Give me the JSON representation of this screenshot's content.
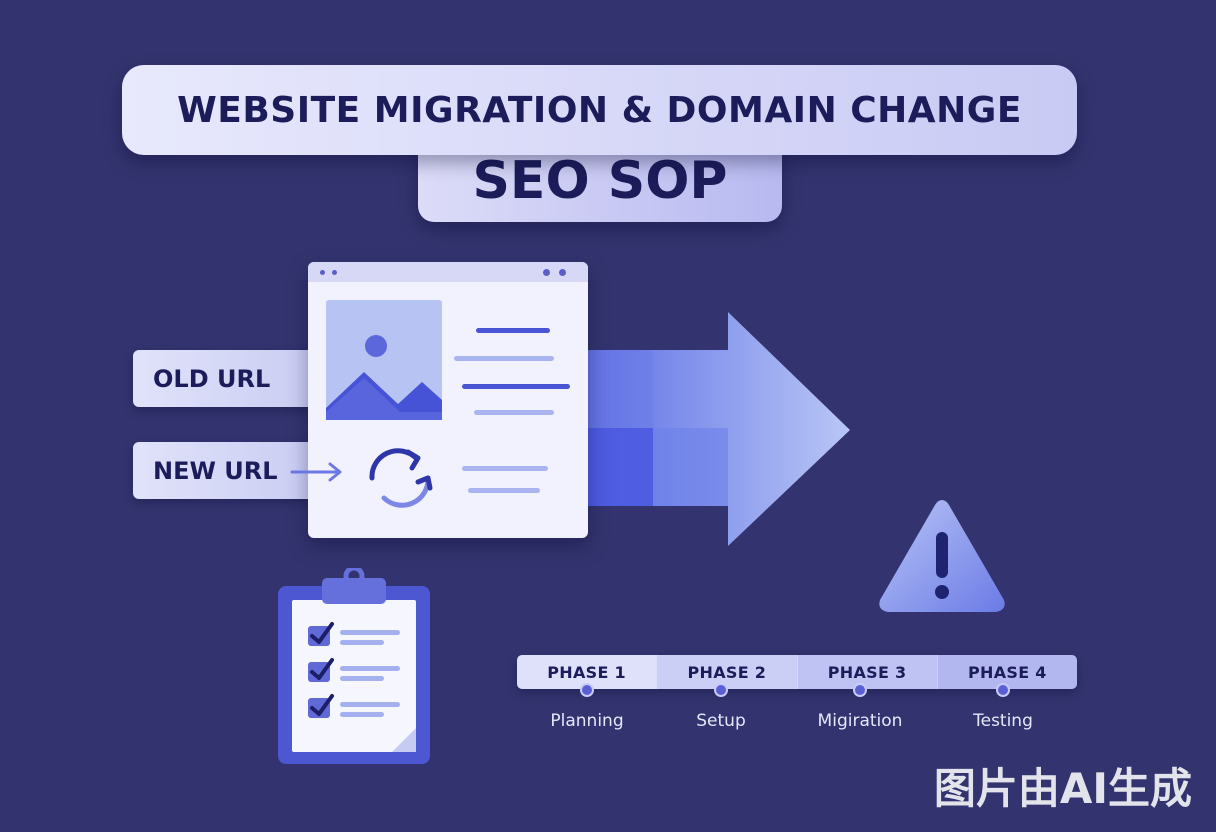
{
  "title": {
    "line1": "WEBSITE MIGRATION & DOMAIN CHANGE",
    "line2": "SEO SOP"
  },
  "urls": {
    "old": "OLD URL",
    "new": "NEW URL"
  },
  "timeline": {
    "phases": [
      {
        "label": "PHASE 1",
        "step": "Planning"
      },
      {
        "label": "PHASE 2",
        "step": "Setup"
      },
      {
        "label": "PHASE 3",
        "step": "Migiration"
      },
      {
        "label": "PHASE 4",
        "step": "Testing"
      }
    ]
  },
  "watermark": "图片由AI生成",
  "icons": [
    "browser-window-icon",
    "image-placeholder-icon",
    "refresh-icon",
    "arrow-right-icon",
    "warning-icon",
    "clipboard-checklist-icon",
    "checkmark-icon"
  ],
  "colors": {
    "background": "#33336f",
    "accent": "#4a55d6",
    "label_text": "#1c1c5a",
    "light_panel": "#e1e3fa"
  }
}
